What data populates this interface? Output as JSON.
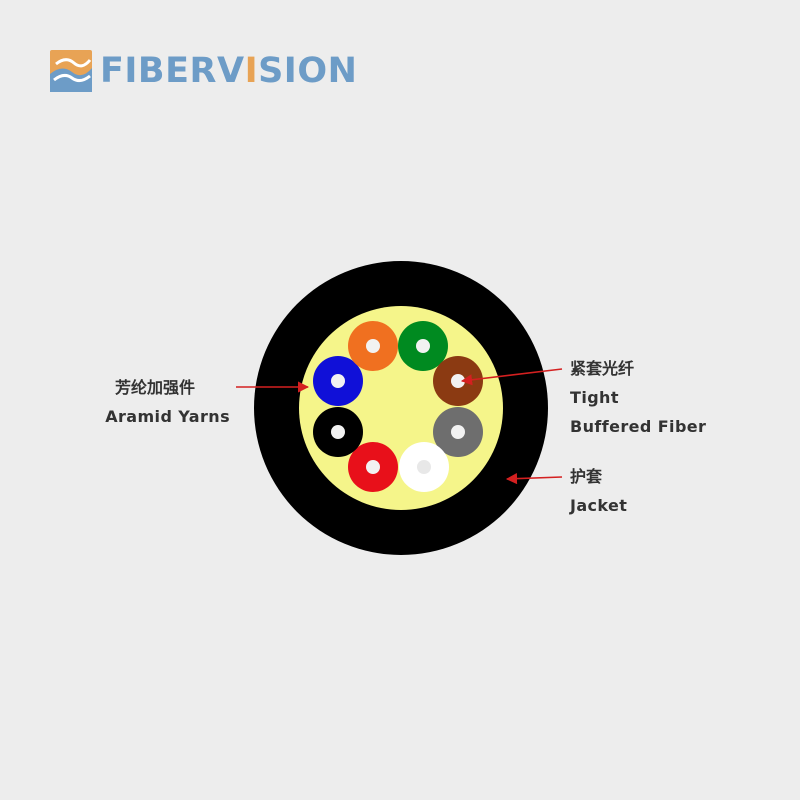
{
  "brand": {
    "name_part1": "FIBERV",
    "name_accent": "I",
    "name_part2": "SION",
    "primary_color": "#6d9cc7",
    "accent_color": "#e8a355"
  },
  "cable": {
    "jacket_color": "#000000",
    "yarn_color": "#f5f58a",
    "fibers": [
      {
        "name": "blue",
        "color": "#1010d8"
      },
      {
        "name": "orange",
        "color": "#f07020"
      },
      {
        "name": "green",
        "color": "#008a20"
      },
      {
        "name": "brown",
        "color": "#8b3a12"
      },
      {
        "name": "gray",
        "color": "#6e6e6e"
      },
      {
        "name": "white",
        "color": "#ffffff"
      },
      {
        "name": "red",
        "color": "#e8101a"
      },
      {
        "name": "black",
        "color": "#000000"
      }
    ]
  },
  "labels": {
    "aramid": {
      "zh": "芳纶加强件",
      "en": "Aramid Yarns"
    },
    "fiber": {
      "zh": "紧套光纤",
      "en1": "Tight",
      "en2": "Buffered Fiber"
    },
    "jacket": {
      "zh": "护套",
      "en": "Jacket"
    }
  },
  "arrow_color": "#d42020"
}
